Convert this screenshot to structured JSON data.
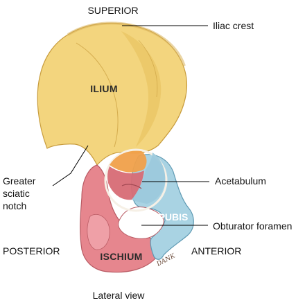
{
  "orientation": {
    "superior": "SUPERIOR",
    "posterior": "POSTERIOR",
    "anterior": "ANTERIOR"
  },
  "regions": {
    "ilium": "ILIUM",
    "pubis": "PUBIS",
    "ischium": "ISCHIUM"
  },
  "callouts": {
    "iliac_crest": "Iliac crest",
    "acetabulum": "Acetabulum",
    "obturator_foramen": "Obturator foramen",
    "greater_sciatic_notch": [
      "Greater",
      "sciatic",
      "notch"
    ]
  },
  "caption": "Lateral view",
  "signature": "DANK",
  "colors": {
    "ilium": "#f3d57e",
    "ilium_shadow": "#e6bf5a",
    "pubis": "#a9d3e3",
    "ischium": "#e6868e",
    "acetabulum_center": "#f0a04a"
  }
}
